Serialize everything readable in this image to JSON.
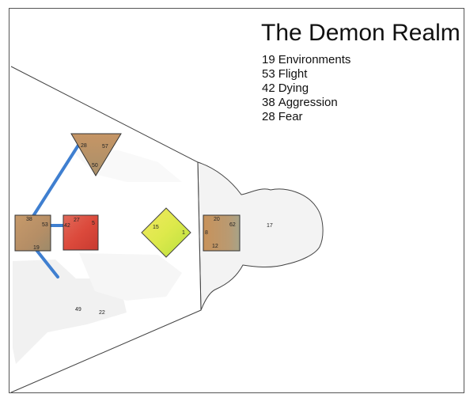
{
  "title": "The Demon Realm",
  "legend": [
    {
      "number": "19",
      "label": "Environments"
    },
    {
      "number": "53",
      "label": "Flight"
    },
    {
      "number": "42",
      "label": "Dying"
    },
    {
      "number": "38",
      "label": "Aggression"
    },
    {
      "number": "28",
      "label": "Fear"
    }
  ],
  "colors": {
    "frame": "#555555",
    "silhouette_fill": "#f3f3f3",
    "connector": "#3f7fd0",
    "brown_node": "#b8946b",
    "red_node": "#dd4b3a",
    "yellow_node": "#d8e84a"
  },
  "nodes": {
    "left_square": {
      "labels": [
        "38",
        "53",
        "19"
      ]
    },
    "top_triangle": {
      "labels": [
        "28",
        "57",
        "50"
      ]
    },
    "red_square": {
      "labels": [
        "27",
        "42",
        "5"
      ]
    },
    "center_diamond": {
      "labels": [
        "15",
        "1"
      ]
    },
    "right_square": {
      "labels": [
        "20",
        "62",
        "8",
        "12"
      ]
    }
  },
  "free_labels": [
    "17",
    "49",
    "22"
  ]
}
